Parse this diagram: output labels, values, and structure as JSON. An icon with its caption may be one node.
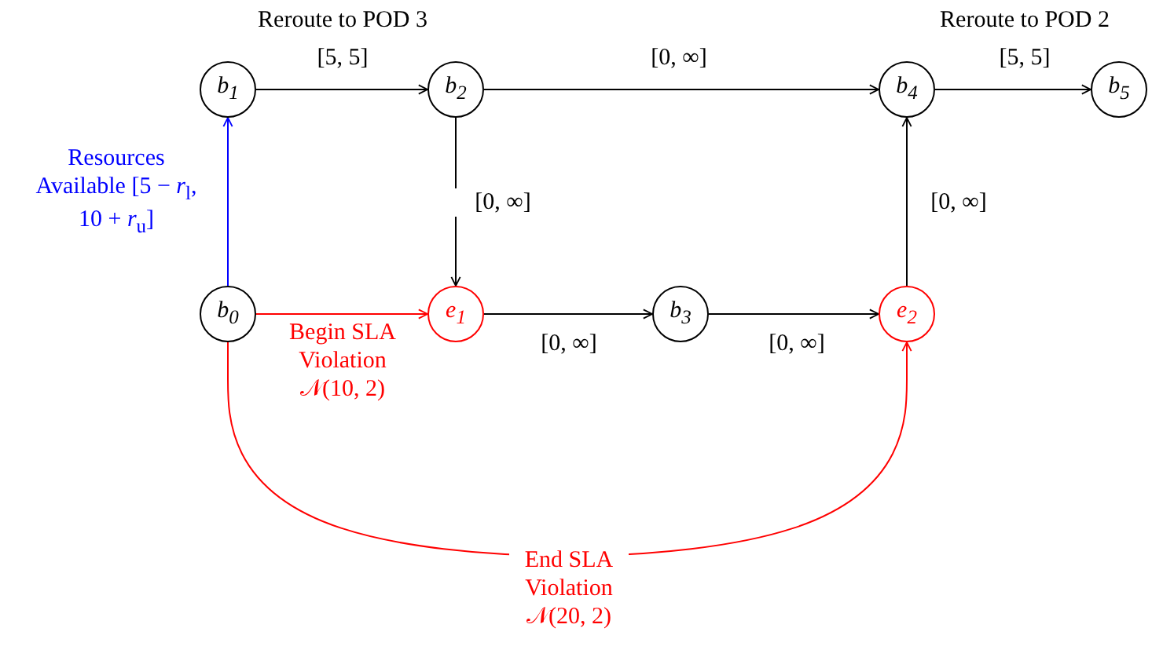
{
  "diagram": {
    "nodes": [
      {
        "text": [
          "b$_{1}$"
        ]
      },
      {
        "text": [
          "b$_{2}$"
        ]
      },
      {
        "text": [
          "b$_{4}$"
        ]
      },
      {
        "text": [
          "b$_{5}$"
        ]
      },
      {
        "text": [
          "b$_{0}$"
        ]
      },
      {
        "text": [
          "e$_{1}$"
        ]
      },
      {
        "text": [
          "b$_{3}$"
        ]
      },
      {
        "text": [
          "e$_{2}$"
        ]
      }
    ],
    "edges": [
      {
        "from": 0,
        "to": 1,
        "arrow": "to",
        "label": "[5, 5]"
      },
      {
        "from": 1,
        "to": 2,
        "arrow": "to",
        "label": "[0, ∞]"
      },
      {
        "from": 2,
        "to": 3,
        "arrow": "to",
        "label": "[5, 5]"
      },
      {
        "from": 1,
        "to": 5,
        "arrow": "to",
        "label": "[0, ∞]"
      },
      {
        "from": 4,
        "to": 0,
        "arrow": "to",
        "label": "Resources Available [5 − *r*$_{l}$, 10 + *r*$_{u}$]",
        "color": "#0000ff"
      },
      {
        "from": 4,
        "to": 5,
        "arrow": "to",
        "label": "Begin SLA Violation 𝒩(10, 2)",
        "color": "#ff0000"
      },
      {
        "from": 5,
        "to": 6,
        "arrow": "to",
        "label": "[0, ∞]"
      },
      {
        "from": 6,
        "to": 7,
        "arrow": "to",
        "label": "[0, ∞]"
      },
      {
        "from": 7,
        "to": 2,
        "arrow": "to",
        "label": "[0, ∞]"
      },
      {
        "from": 4,
        "to": 7,
        "arrow": "to",
        "label": "End SLA Violation 𝒩(20, 2)",
        "color": "#ff0000"
      }
    ],
    "labels": [
      "Reroute to POD 3",
      "Reroute to POD 2"
    ]
  }
}
